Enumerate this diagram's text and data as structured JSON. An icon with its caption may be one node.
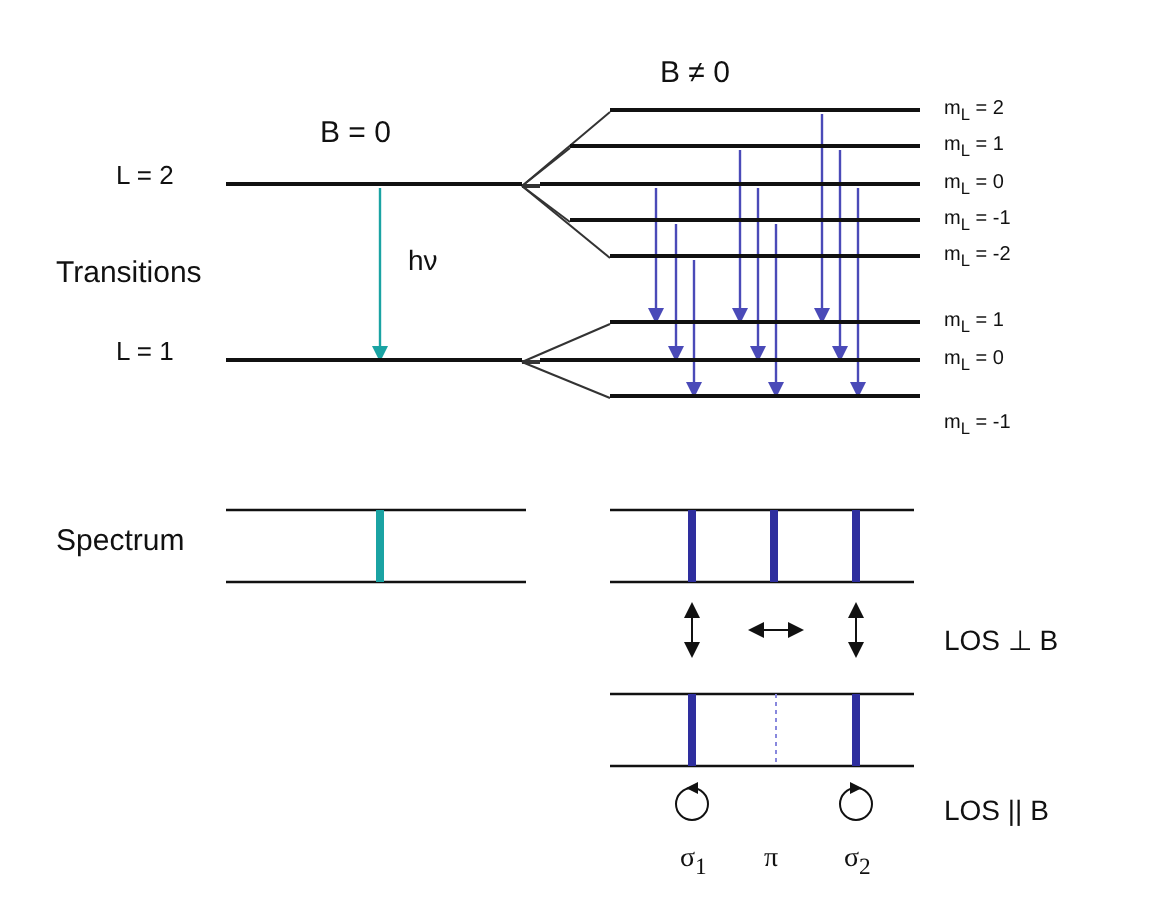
{
  "diagram": {
    "nodes": [
      {
        "text": [
          "L = 2"
        ]
      },
      {
        "text": [
          "L = 1"
        ]
      },
      {
        "text": [
          "m$_{L}$ = 2"
        ]
      },
      {
        "text": [
          "m$_{L}$ = 1"
        ]
      },
      {
        "text": [
          "m$_{L}$ = 0"
        ]
      },
      {
        "text": [
          "m$_{L}$ = -1"
        ]
      },
      {
        "text": [
          "m$_{L}$ = -2"
        ]
      },
      {
        "text": [
          "m$_{L}$ = 1"
        ]
      },
      {
        "text": [
          "m$_{L}$ = 0"
        ]
      },
      {
        "text": [
          "m$_{L}$ = -1"
        ]
      }
    ],
    "edges": [
      {
        "from": 0,
        "to": 1,
        "arrow": "to",
        "label": "hν",
        "color": "#1aa3a3"
      },
      {
        "from": 0,
        "to": 2,
        "arrow": "none",
        "color": "#333333"
      },
      {
        "from": 0,
        "to": 3,
        "arrow": "none",
        "color": "#333333"
      },
      {
        "from": 0,
        "to": 4,
        "arrow": "none",
        "color": "#333333"
      },
      {
        "from": 0,
        "to": 5,
        "arrow": "none",
        "color": "#333333"
      },
      {
        "from": 0,
        "to": 6,
        "arrow": "none",
        "color": "#333333"
      },
      {
        "from": 1,
        "to": 7,
        "arrow": "none",
        "color": "#333333"
      },
      {
        "from": 1,
        "to": 8,
        "arrow": "none",
        "color": "#333333"
      },
      {
        "from": 1,
        "to": 9,
        "arrow": "none",
        "color": "#333333"
      },
      {
        "from": 4,
        "to": 7,
        "arrow": "to"
      },
      {
        "from": 5,
        "to": 8,
        "arrow": "to"
      },
      {
        "from": 6,
        "to": 9,
        "arrow": "to"
      },
      {
        "from": 3,
        "to": 7,
        "arrow": "to"
      },
      {
        "from": 4,
        "to": 8,
        "arrow": "to"
      },
      {
        "from": 5,
        "to": 9,
        "arrow": "to"
      },
      {
        "from": 2,
        "to": 7,
        "arrow": "to"
      },
      {
        "from": 3,
        "to": 8,
        "arrow": "to"
      },
      {
        "from": 4,
        "to": 9,
        "arrow": "to"
      }
    ],
    "labels": [
      "B ≠ 0",
      "B = 0",
      "Transitions",
      "Spectrum",
      "LOS ⊥ B",
      "LOS || B",
      "σ$_{1}$",
      "π",
      "σ$_{2}$"
    ]
  }
}
